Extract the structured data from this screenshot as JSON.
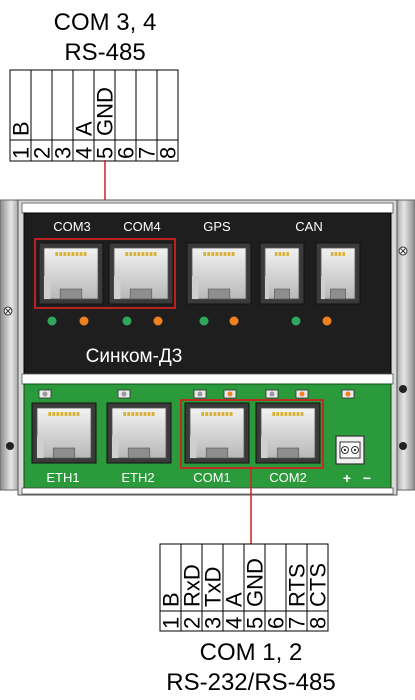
{
  "top_header": {
    "line1": "COM 3, 4",
    "line2": "RS-485"
  },
  "top_table": {
    "signals": [
      "B",
      "",
      "",
      "A",
      "GND",
      "",
      "",
      ""
    ],
    "pins": [
      "1",
      "2",
      "3",
      "4",
      "5",
      "6",
      "7",
      "8"
    ]
  },
  "device": {
    "name": "Синком-Д3",
    "upper_ports": [
      "COM3",
      "COM4",
      "GPS",
      "CAN"
    ],
    "lower_ports": [
      "ETH1",
      "ETH2",
      "COM1",
      "COM2"
    ],
    "power_plus": "+",
    "power_minus": "−",
    "colors": {
      "upper_panel": "#1e1e1e",
      "lower_panel": "#2a9a3a",
      "frame": "#b0b0b0",
      "highlight": "#cc2222",
      "led_green": "#2fa65a",
      "led_orange": "#f08020"
    }
  },
  "bottom_table": {
    "signals": [
      "B",
      "RxD",
      "TxD",
      "A",
      "GND",
      "",
      "RTS",
      "CTS"
    ],
    "pins": [
      "1",
      "2",
      "3",
      "4",
      "5",
      "6",
      "7",
      "8"
    ]
  },
  "bottom_footer": {
    "line1": "COM 1, 2",
    "line2": "RS-232/RS-485"
  }
}
